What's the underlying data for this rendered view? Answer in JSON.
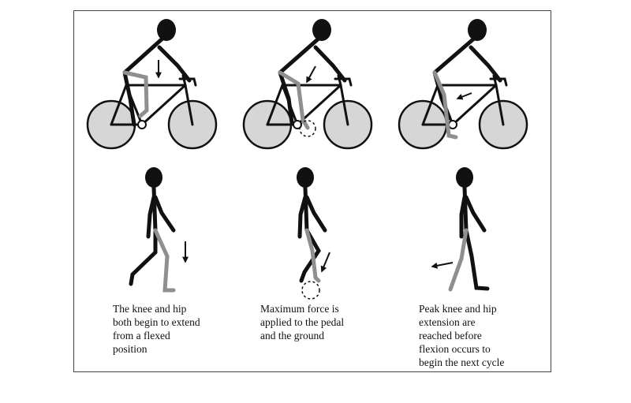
{
  "colors": {
    "body": "#111111",
    "active_leg": "#8f8f8f",
    "wheel_fill": "#d6d6d6",
    "frame_border": "#444444"
  },
  "captions": [
    {
      "lines": [
        "The knee and hip",
        "both begin to extend",
        "from a flexed",
        "position"
      ]
    },
    {
      "lines": [
        "Maximum force is",
        "applied to the pedal",
        "and the ground"
      ]
    },
    {
      "lines": [
        "Peak knee and hip",
        "extension are",
        "reached before",
        "flexion occurs to",
        "begin the next cycle"
      ]
    }
  ],
  "icons": [
    "bicycle-rider",
    "walking-figure",
    "down-arrow-icon",
    "diagonal-arrow-icon",
    "left-arrow-icon",
    "dashed-circle-icon"
  ]
}
